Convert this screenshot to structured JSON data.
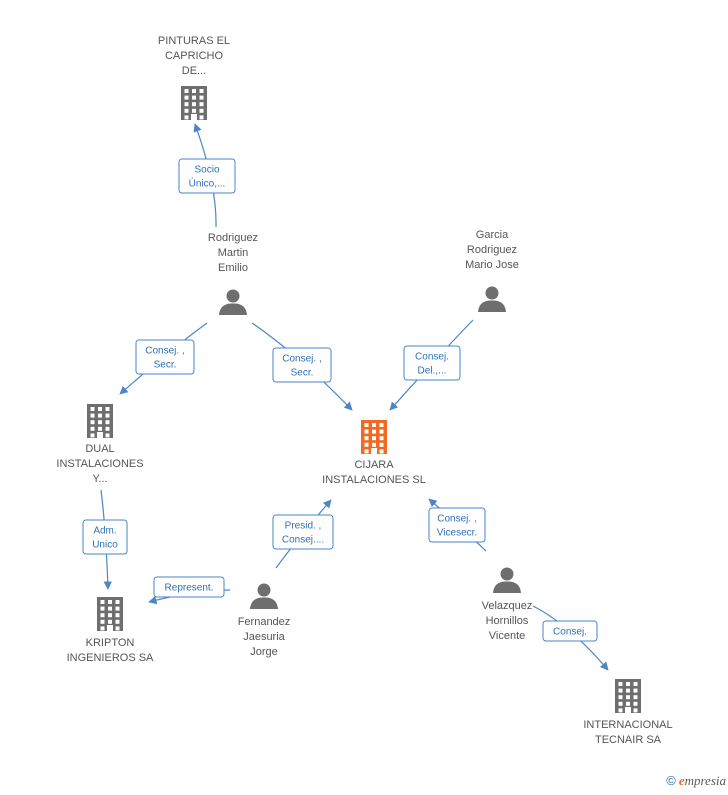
{
  "colors": {
    "building": "#6e6e6e",
    "focus_building": "#f26a21",
    "person": "#6e6e6e",
    "edge": "#4a86c8",
    "label_border": "#4a86c8",
    "label_text": "#2f6fb5",
    "node_text": "#555555"
  },
  "nodes": [
    {
      "id": "pinturas",
      "type": "company",
      "lines": [
        "PINTURAS EL",
        "CAPRICHO",
        "DE..."
      ]
    },
    {
      "id": "rodriguez",
      "type": "person",
      "lines": [
        "Rodriguez",
        "Martin",
        "Emilio"
      ]
    },
    {
      "id": "garcia",
      "type": "person",
      "lines": [
        "Garcia",
        "Rodriguez",
        "Mario Jose"
      ]
    },
    {
      "id": "dual",
      "type": "company",
      "lines": [
        "DUAL",
        "INSTALACIONES",
        "Y..."
      ]
    },
    {
      "id": "cijara",
      "type": "company",
      "focus": true,
      "lines": [
        "CIJARA",
        "INSTALACIONES SL"
      ]
    },
    {
      "id": "kripton",
      "type": "company",
      "lines": [
        "KRIPTON",
        "INGENIEROS SA"
      ]
    },
    {
      "id": "fernandez",
      "type": "person",
      "lines": [
        "Fernandez",
        "Jaesuria",
        "Jorge"
      ]
    },
    {
      "id": "velazquez",
      "type": "person",
      "lines": [
        "Velazquez",
        "Hornillos",
        "Vicente"
      ]
    },
    {
      "id": "internacional",
      "type": "company",
      "lines": [
        "INTERNACIONAL",
        "TECNAIR SA"
      ]
    }
  ],
  "edges": [
    {
      "from": "rodriguez",
      "to": "pinturas",
      "label": [
        "Socio",
        "Único,..."
      ]
    },
    {
      "from": "rodriguez",
      "to": "dual",
      "label": [
        "Consej. ,",
        "Secr."
      ]
    },
    {
      "from": "rodriguez",
      "to": "cijara",
      "label": [
        "Consej. ,",
        "Secr."
      ]
    },
    {
      "from": "garcia",
      "to": "cijara",
      "label": [
        "Consej.",
        "Del.,..."
      ]
    },
    {
      "from": "dual",
      "to": "kripton",
      "label": [
        "Adm.",
        "Unico"
      ]
    },
    {
      "from": "fernandez",
      "to": "cijara",
      "label": [
        "Presid. ,",
        "Consej...."
      ]
    },
    {
      "from": "fernandez",
      "to": "kripton",
      "label": [
        "Represent."
      ]
    },
    {
      "from": "velazquez",
      "to": "cijara",
      "label": [
        "Consej. ,",
        "Vicesecr."
      ]
    },
    {
      "from": "velazquez",
      "to": "internacional",
      "label": [
        "Consej."
      ]
    }
  ],
  "brand": {
    "copyright": "©",
    "initial": "e",
    "name": "mpresia"
  }
}
